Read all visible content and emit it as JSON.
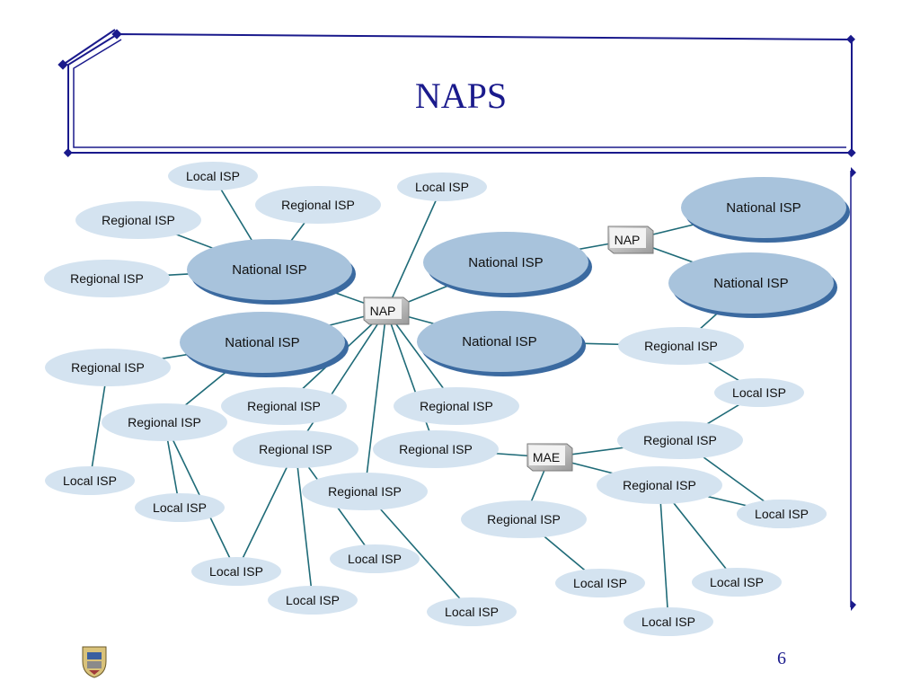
{
  "slide": {
    "title": "NAPS",
    "page_number": "6",
    "accent_color": "#1a1a8c",
    "crest_icon": "university-crest-icon"
  },
  "diagram": {
    "colors": {
      "national_fill": "#a8c3dc",
      "national_edge": "#3b6aa0",
      "regional_fill": "#d4e3f0",
      "local_fill": "#d4e3f0",
      "hub_fill": "#c8c8c8",
      "link": "#1f6b78"
    },
    "nodes": [
      {
        "id": "hub-nap-center",
        "type": "hub",
        "label": "NAP"
      },
      {
        "id": "hub-nap-right",
        "type": "hub",
        "label": "NAP"
      },
      {
        "id": "hub-mae",
        "type": "hub",
        "label": "MAE"
      },
      {
        "id": "nat-1",
        "type": "national",
        "label": "National ISP"
      },
      {
        "id": "nat-2",
        "type": "national",
        "label": "National ISP"
      },
      {
        "id": "nat-3",
        "type": "national",
        "label": "National ISP"
      },
      {
        "id": "nat-4",
        "type": "national",
        "label": "National ISP"
      },
      {
        "id": "nat-5",
        "type": "national",
        "label": "National ISP"
      },
      {
        "id": "nat-6",
        "type": "national",
        "label": "National ISP"
      },
      {
        "id": "reg-1",
        "type": "regional",
        "label": "Regional ISP"
      },
      {
        "id": "reg-2",
        "type": "regional",
        "label": "Regional ISP"
      },
      {
        "id": "reg-3",
        "type": "regional",
        "label": "Regional ISP"
      },
      {
        "id": "reg-4",
        "type": "regional",
        "label": "Regional ISP"
      },
      {
        "id": "reg-5",
        "type": "regional",
        "label": "Regional ISP"
      },
      {
        "id": "reg-6",
        "type": "regional",
        "label": "Regional ISP"
      },
      {
        "id": "reg-7",
        "type": "regional",
        "label": "Regional ISP"
      },
      {
        "id": "reg-8",
        "type": "regional",
        "label": "Regional ISP"
      },
      {
        "id": "reg-9",
        "type": "regional",
        "label": "Regional ISP"
      },
      {
        "id": "reg-10",
        "type": "regional",
        "label": "Regional ISP"
      },
      {
        "id": "reg-11",
        "type": "regional",
        "label": "Regional ISP"
      },
      {
        "id": "reg-12",
        "type": "regional",
        "label": "Regional ISP"
      },
      {
        "id": "reg-13",
        "type": "regional",
        "label": "Regional ISP"
      },
      {
        "id": "reg-14",
        "type": "regional",
        "label": "Regional ISP"
      },
      {
        "id": "loc-1",
        "type": "local",
        "label": "Local ISP"
      },
      {
        "id": "loc-2",
        "type": "local",
        "label": "Local ISP"
      },
      {
        "id": "loc-3",
        "type": "local",
        "label": "Local ISP"
      },
      {
        "id": "loc-4",
        "type": "local",
        "label": "Local ISP"
      },
      {
        "id": "loc-5",
        "type": "local",
        "label": "Local ISP"
      },
      {
        "id": "loc-6",
        "type": "local",
        "label": "Local ISP"
      },
      {
        "id": "loc-7",
        "type": "local",
        "label": "Local ISP"
      },
      {
        "id": "loc-8",
        "type": "local",
        "label": "Local ISP"
      },
      {
        "id": "loc-9",
        "type": "local",
        "label": "Local ISP"
      },
      {
        "id": "loc-10",
        "type": "local",
        "label": "Local ISP"
      },
      {
        "id": "loc-11",
        "type": "local",
        "label": "Local ISP"
      },
      {
        "id": "loc-12",
        "type": "local",
        "label": "Local ISP"
      },
      {
        "id": "loc-13",
        "type": "local",
        "label": "Local ISP"
      },
      {
        "id": "loc-14",
        "type": "local",
        "label": "Local ISP"
      }
    ],
    "links": [
      [
        "loc-1",
        "nat-1"
      ],
      [
        "reg-1",
        "nat-1"
      ],
      [
        "reg-2",
        "nat-1"
      ],
      [
        "reg-3",
        "nat-1"
      ],
      [
        "nat-1",
        "hub-nap-center"
      ],
      [
        "loc-2",
        "hub-nap-center"
      ],
      [
        "reg-4",
        "nat-2"
      ],
      [
        "nat-2",
        "hub-nap-center"
      ],
      [
        "nat-3",
        "hub-nap-center"
      ],
      [
        "nat-3",
        "hub-nap-right"
      ],
      [
        "hub-nap-right",
        "nat-4"
      ],
      [
        "hub-nap-right",
        "nat-5"
      ],
      [
        "nat-6",
        "hub-nap-center"
      ],
      [
        "nat-6",
        "reg-5"
      ],
      [
        "nat-5",
        "reg-5"
      ],
      [
        "reg-5",
        "loc-3"
      ],
      [
        "loc-3",
        "reg-12"
      ],
      [
        "reg-12",
        "hub-mae"
      ],
      [
        "reg-12",
        "loc-12"
      ],
      [
        "reg-4",
        "loc-4"
      ],
      [
        "nat-2",
        "reg-6"
      ],
      [
        "reg-6",
        "loc-5"
      ],
      [
        "reg-6",
        "loc-6"
      ],
      [
        "hub-nap-center",
        "reg-7"
      ],
      [
        "hub-nap-center",
        "reg-8"
      ],
      [
        "hub-nap-center",
        "reg-9"
      ],
      [
        "hub-nap-center",
        "reg-10"
      ],
      [
        "hub-nap-center",
        "reg-11"
      ],
      [
        "reg-8",
        "loc-6"
      ],
      [
        "reg-8",
        "loc-7"
      ],
      [
        "reg-8",
        "loc-8"
      ],
      [
        "reg-10",
        "loc-9"
      ],
      [
        "reg-11",
        "hub-mae"
      ],
      [
        "hub-mae",
        "reg-13"
      ],
      [
        "hub-mae",
        "reg-14"
      ],
      [
        "reg-13",
        "loc-10"
      ],
      [
        "reg-14",
        "loc-11"
      ],
      [
        "reg-14",
        "loc-13"
      ],
      [
        "reg-14",
        "loc-14"
      ]
    ]
  }
}
